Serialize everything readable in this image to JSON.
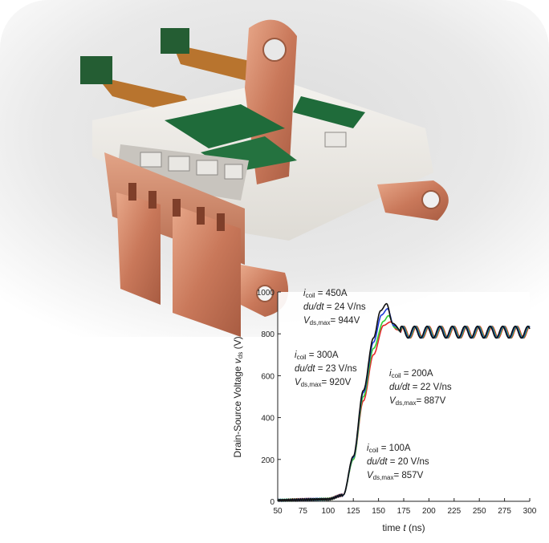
{
  "chart_data": {
    "type": "line",
    "xlabel_main": "time ",
    "xlabel_var": "t",
    "xlabel_unit": " (ns)",
    "ylabel_main": "Drain-Source Voltage ",
    "ylabel_var": "v",
    "ylabel_sub": "ds",
    "ylabel_unit": " (V)",
    "xlim": [
      50,
      300
    ],
    "ylim": [
      0,
      1000
    ],
    "xticks": [
      50,
      75,
      100,
      125,
      150,
      175,
      200,
      225,
      250,
      275,
      300
    ],
    "yticks": [
      0,
      200,
      400,
      600,
      800,
      1000
    ],
    "grid": false,
    "series": [
      {
        "color": "#e4262a",
        "values_x": [
          50,
          100,
          115,
          125,
          135,
          145,
          155,
          162,
          168,
          175,
          300
        ],
        "values_y": [
          5,
          10,
          30,
          200,
          480,
          700,
          840,
          857,
          820,
          800,
          810
        ]
      },
      {
        "color": "#2fcf35",
        "values_x": [
          50,
          100,
          115,
          125,
          135,
          145,
          155,
          160,
          166,
          175,
          300
        ],
        "values_y": [
          5,
          10,
          30,
          200,
          500,
          730,
          860,
          887,
          830,
          800,
          810
        ]
      },
      {
        "color": "#1f3ed8",
        "values_x": [
          50,
          100,
          115,
          125,
          135,
          145,
          153,
          159,
          165,
          175,
          300
        ],
        "values_y": [
          5,
          10,
          30,
          210,
          520,
          760,
          890,
          920,
          840,
          800,
          810
        ]
      },
      {
        "color": "#111111",
        "values_x": [
          50,
          100,
          115,
          125,
          135,
          145,
          152,
          158,
          164,
          175,
          300
        ],
        "values_y": [
          5,
          10,
          30,
          215,
          530,
          780,
          910,
          944,
          850,
          800,
          810
        ]
      }
    ],
    "annotations": [
      {
        "i_label": "i",
        "i_sub": "coil",
        "i_val": "  = 450A",
        "du_label": "du/dt",
        "du_val": " = 24 V/ns",
        "v_label": "V",
        "v_sub": "ds,max",
        "v_val": "= 944V"
      },
      {
        "i_label": "i",
        "i_sub": "coil",
        "i_val": "  = 300A",
        "du_label": "du/dt",
        "du_val": " = 23 V/ns",
        "v_label": "V",
        "v_sub": "ds,max",
        "v_val": "= 920V"
      },
      {
        "i_label": "i",
        "i_sub": "coil",
        "i_val": "  = 200A",
        "du_label": "du/dt",
        "du_val": " = 22 V/ns",
        "v_label": "V",
        "v_sub": "ds,max",
        "v_val": "= 887V"
      },
      {
        "i_label": "i",
        "i_sub": "coil",
        "i_val": "  = 100A",
        "du_label": "du/dt",
        "du_val": " = 20 V/ns",
        "v_label": "V",
        "v_sub": "ds,max",
        "v_val": "= 857V"
      }
    ]
  }
}
